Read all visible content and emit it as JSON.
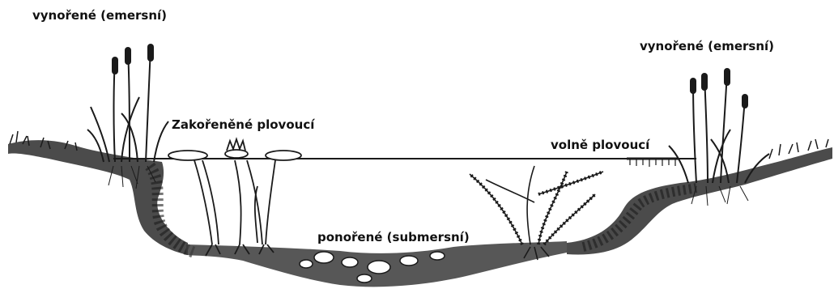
{
  "labels": {
    "emergent_left": "vynořené (emersní)",
    "rooted_floating": "Zakořeněné plovoucí",
    "emergent_right": "vynořené (emersní)",
    "free_floating": "volně plovoucí",
    "submerged": "ponořené (submersní)"
  },
  "colors": {
    "ink": "#1a1a1a",
    "background": "#ffffff"
  }
}
